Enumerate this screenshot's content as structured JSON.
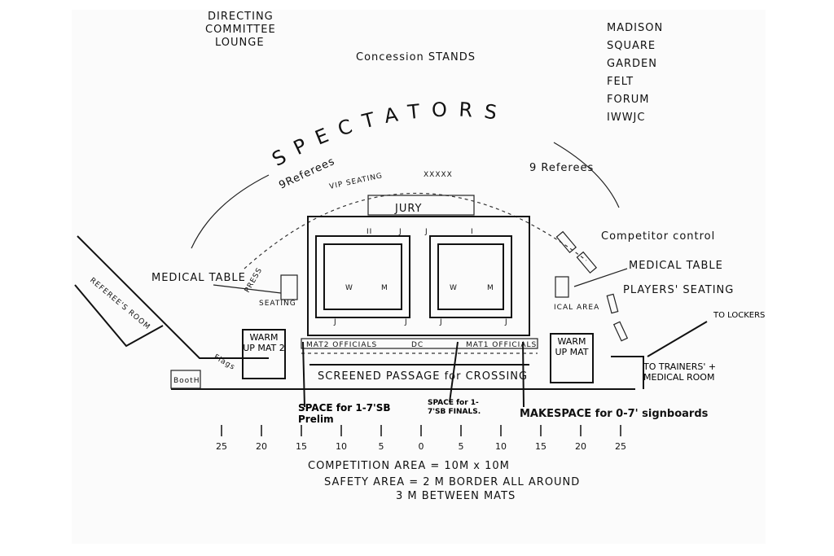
{
  "labels": {
    "directing_committee": [
      "DIRECTING",
      "COMMITTEE",
      "LOUNGE"
    ],
    "concession": "Concession STANDS",
    "venue": [
      "MADISON",
      "SQUARE",
      "GARDEN",
      "FELT",
      "FORUM",
      "IWWJC"
    ],
    "spectators": "SPECTATORS",
    "referees_left": "9Referees",
    "referees_right": "9 Referees",
    "vip_seating": "VIP SEATING",
    "vip_mark": "XXXXX",
    "jury": "JURY",
    "competitor_control": "Competitor control",
    "medical_table_left": "MEDICAL TABLE",
    "medical_table_right": "MEDICAL TABLE",
    "press": "PRESS",
    "press_seating": "SEATING",
    "players_seating": "PLAYERS' SEATING",
    "referees_room": "REFEREE'S ROOM",
    "to_lockers": "TO LOCKERS",
    "medical_area": "ICAL AREA",
    "warm_up_left": "WARM UP MAT 2",
    "warm_up_right": "WARM UP MAT",
    "booth": "BootH",
    "flags": "Flags",
    "mat2_officials": "MAT2 OFFICIALS",
    "mat1_officials": "MAT1 OFFICIALS",
    "dc": "DC",
    "screened_passage": "SCREENED PASSAGE for CROSSING",
    "to_trainers": "TO TRAINERS' + MEDICAL ROOM",
    "space_prelim": "SPACE for 1-7'SB Prelim",
    "space_finals": "SPACE for 1-7'SB FINALS.",
    "make_space": "MAKESPACE for 0-7' signboards",
    "mat_marks": [
      "II",
      "J",
      "J",
      "I",
      "J",
      "J",
      "J",
      "J"
    ],
    "mat_center": [
      "W",
      "M",
      "W",
      "M"
    ]
  },
  "scale": [
    "25",
    "20",
    "15",
    "10",
    "5",
    "0",
    "5",
    "10",
    "15",
    "20",
    "25"
  ],
  "notes": [
    "COMPETITION AREA = 10M x 10M",
    "SAFETY AREA = 2 M BORDER ALL AROUND",
    "3 M BETWEEN MATS"
  ]
}
